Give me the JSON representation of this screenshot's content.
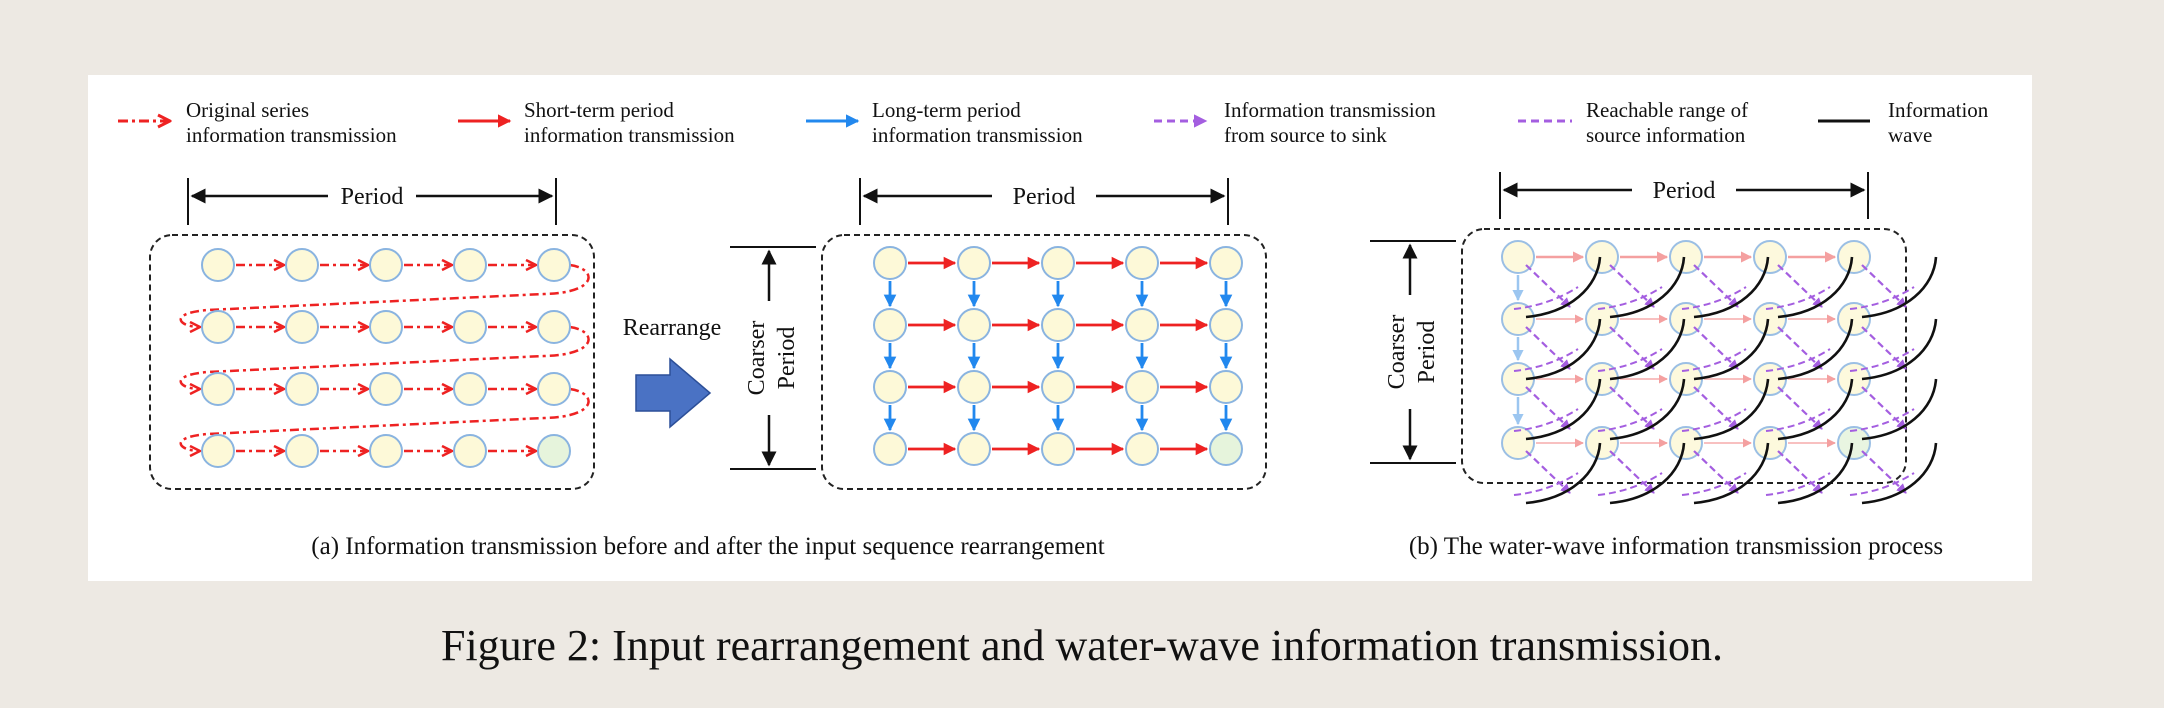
{
  "legend": [
    {
      "label_line1": "Original series",
      "label_line2": "information transmission",
      "style": "red-dashdot-arrow"
    },
    {
      "label_line1": "Short-term period",
      "label_line2": "information transmission",
      "style": "red-arrow"
    },
    {
      "label_line1": "Long-term period",
      "label_line2": "information transmission",
      "style": "blue-arrow"
    },
    {
      "label_line1": "Information transmission",
      "label_line2": "from source to sink",
      "style": "purple-dashed-arrow"
    },
    {
      "label_line1": "Reachable range of",
      "label_line2": "source information",
      "style": "purple-dashed-line"
    },
    {
      "label_line1": "Information",
      "label_line2": "wave",
      "style": "black-line"
    }
  ],
  "labels": {
    "period": "Period",
    "coarser": "Coarser",
    "coarser_period": "Period",
    "rearrange": "Rearrange"
  },
  "captions": {
    "a": "(a) Information transmission before and after the input sequence rearrangement",
    "b": "(b) The water-wave information transmission process"
  },
  "figure_caption": "Figure 2: Input rearrangement and water-wave information transmission.",
  "colors": {
    "red": "#ee2222",
    "blue": "#2288ee",
    "purple": "#a45ee0",
    "node_fill": "#fdf9d8",
    "node_stroke": "#8ab4e0",
    "last_node_fill": "#e6f4dc"
  }
}
